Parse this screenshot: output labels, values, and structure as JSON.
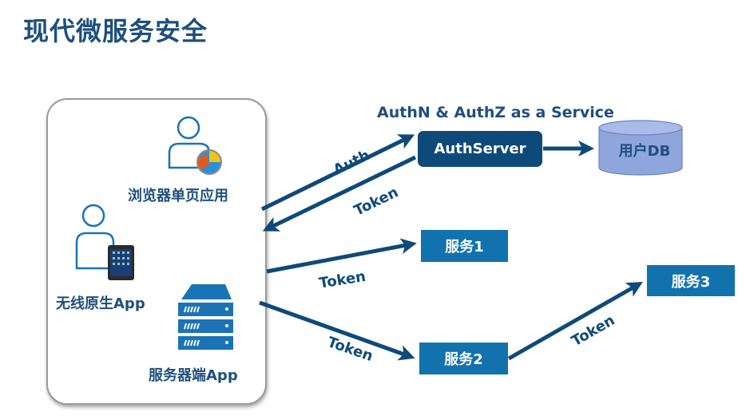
{
  "title": "现代微服务安全",
  "clients": {
    "browser": {
      "label": "浏览器单页应用",
      "icon": "user-with-browser-icon"
    },
    "mobile": {
      "label": "无线原生App",
      "icon": "user-with-tablet-icon"
    },
    "server": {
      "label": "服务器端App",
      "icon": "server-rack-icon"
    }
  },
  "auth": {
    "caption": "AuthN & AuthZ as a Service",
    "server_label": "AuthServer",
    "db_label": "用户DB"
  },
  "services": [
    {
      "label": "服务1"
    },
    {
      "label": "服务2"
    },
    {
      "label": "服务3"
    }
  ],
  "edges": {
    "auth": "Auth",
    "token_return": "Token",
    "token_svc1": "Token",
    "token_svc2": "Token",
    "token_svc3": "Token"
  },
  "colors": {
    "title": "#1e4f7e",
    "arrow": "#0d4a7a",
    "auth_server": "#0d4a7a",
    "service_box": "#1272ad",
    "db_fill": "#8fa6dc",
    "icon_blue": "#1a73b5"
  }
}
